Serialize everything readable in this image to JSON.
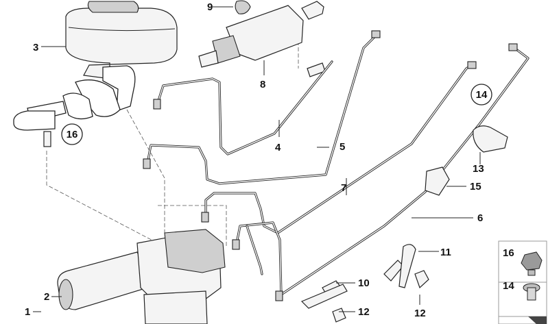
{
  "diagram": {
    "callouts": [
      {
        "id": "1",
        "text": "1"
      },
      {
        "id": "2",
        "text": "2"
      },
      {
        "id": "3",
        "text": "3"
      },
      {
        "id": "4",
        "text": "4"
      },
      {
        "id": "5",
        "text": "5"
      },
      {
        "id": "6",
        "text": "6"
      },
      {
        "id": "7",
        "text": "7"
      },
      {
        "id": "8",
        "text": "8"
      },
      {
        "id": "9",
        "text": "9"
      },
      {
        "id": "10",
        "text": "10"
      },
      {
        "id": "11",
        "text": "11"
      },
      {
        "id": "12a",
        "text": "12"
      },
      {
        "id": "12b",
        "text": "12"
      },
      {
        "id": "13",
        "text": "13"
      },
      {
        "id": "15",
        "text": "15"
      }
    ],
    "circled_callouts": [
      {
        "id": "14",
        "text": "14"
      },
      {
        "id": "16",
        "text": "16"
      }
    ],
    "legend": [
      {
        "id": "16",
        "text": "16"
      },
      {
        "id": "14",
        "text": "14"
      }
    ]
  }
}
